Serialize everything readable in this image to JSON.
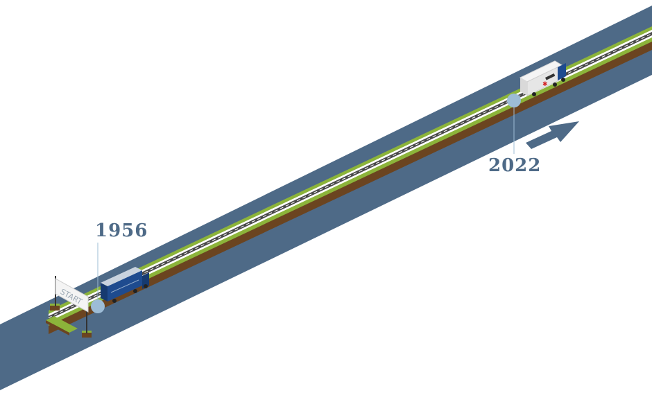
{
  "timeline": {
    "start_sign": "START",
    "milestones": [
      {
        "year": "1956",
        "vehicle": "vintage-blue-truck"
      },
      {
        "year": "2022",
        "vehicle": "modern-white-truck"
      }
    ],
    "direction_arrow": "arrow-up-right-icon"
  },
  "colors": {
    "band": "#4e6a87",
    "grass": "#8cb43a",
    "soil": "#7a4b1e",
    "road": "#4a4a4a",
    "road_edge": "#ffffff",
    "marker": "#9dbcd6",
    "year_text": "#4e6a87",
    "vintage_truck": "#1e4b8f",
    "modern_truck": "#eeeeee"
  }
}
